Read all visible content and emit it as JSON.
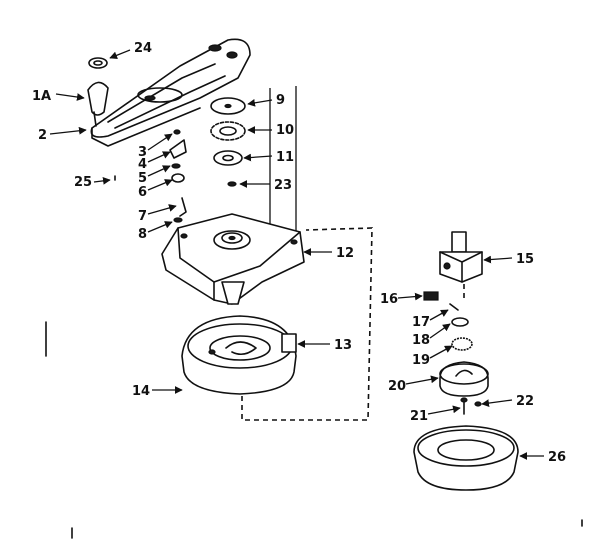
{
  "labels": {
    "p24": "24",
    "p1a": "1A",
    "p2": "2",
    "p3": "3",
    "p4": "4",
    "p5": "5",
    "p6": "6",
    "p25": "25",
    "p7": "7",
    "p8": "8",
    "p9": "9",
    "p10": "10",
    "p11": "11",
    "p23": "23",
    "p12": "12",
    "p13": "13",
    "p14": "14",
    "p15": "15",
    "p16": "16",
    "p17": "17",
    "p18": "18",
    "p19": "19",
    "p20": "20",
    "p21": "21",
    "p22": "22",
    "p26": "26"
  },
  "colors": {
    "ink": "#111111",
    "paper": "#ffffff"
  }
}
